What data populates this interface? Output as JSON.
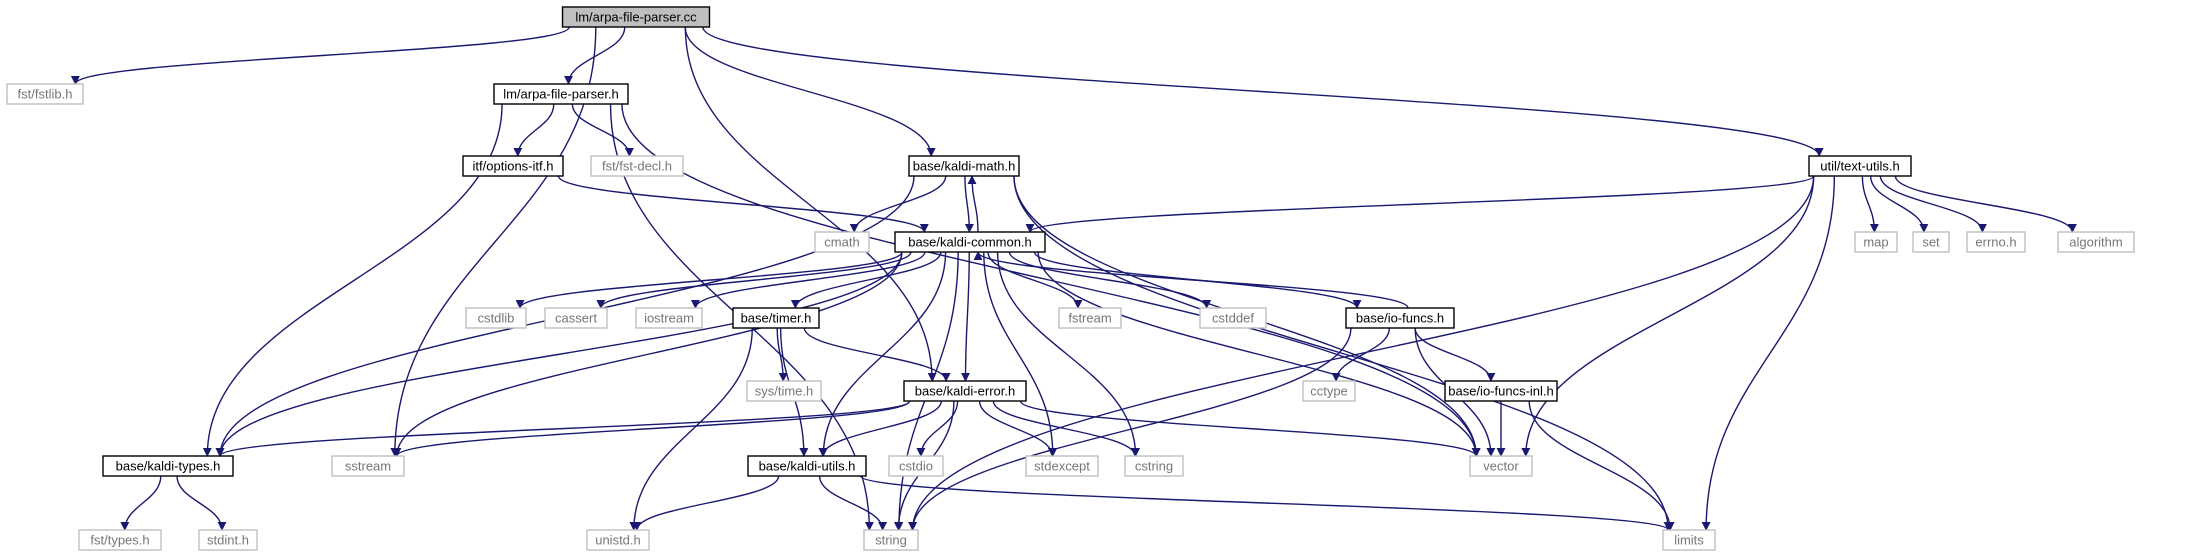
{
  "colors": {
    "edge": "#191970",
    "root_fill": "#bfbfbf",
    "project_border": "#000000",
    "system_border": "#bfbfbf",
    "system_text": "#777777"
  },
  "nodes": {
    "arpa_cc": {
      "label": "lm/arpa-file-parser.cc",
      "kind": "root"
    },
    "fstlib": {
      "label": "fst/fstlib.h",
      "kind": "system"
    },
    "arpa_h": {
      "label": "lm/arpa-file-parser.h",
      "kind": "project"
    },
    "options_itf": {
      "label": "itf/options-itf.h",
      "kind": "project"
    },
    "fst_decl": {
      "label": "fst/fst-decl.h",
      "kind": "system"
    },
    "kaldi_math": {
      "label": "base/kaldi-math.h",
      "kind": "project"
    },
    "text_utils": {
      "label": "util/text-utils.h",
      "kind": "project"
    },
    "cmath": {
      "label": "cmath",
      "kind": "system"
    },
    "kaldi_common": {
      "label": "base/kaldi-common.h",
      "kind": "project"
    },
    "map": {
      "label": "map",
      "kind": "system"
    },
    "set": {
      "label": "set",
      "kind": "system"
    },
    "errno": {
      "label": "errno.h",
      "kind": "system"
    },
    "algorithm": {
      "label": "algorithm",
      "kind": "system"
    },
    "cstdlib": {
      "label": "cstdlib",
      "kind": "system"
    },
    "cassert": {
      "label": "cassert",
      "kind": "system"
    },
    "iostream": {
      "label": "iostream",
      "kind": "system"
    },
    "timer": {
      "label": "base/timer.h",
      "kind": "project"
    },
    "fstream": {
      "label": "fstream",
      "kind": "system"
    },
    "cstddef": {
      "label": "cstddef",
      "kind": "system"
    },
    "io_funcs": {
      "label": "base/io-funcs.h",
      "kind": "project"
    },
    "sys_time": {
      "label": "sys/time.h",
      "kind": "system"
    },
    "cctype": {
      "label": "cctype",
      "kind": "system"
    },
    "kaldi_error": {
      "label": "base/kaldi-error.h",
      "kind": "project"
    },
    "io_funcs_inl": {
      "label": "base/io-funcs-inl.h",
      "kind": "project"
    },
    "kaldi_types": {
      "label": "base/kaldi-types.h",
      "kind": "project"
    },
    "sstream": {
      "label": "sstream",
      "kind": "system"
    },
    "kaldi_utils": {
      "label": "base/kaldi-utils.h",
      "kind": "project"
    },
    "cstdio": {
      "label": "cstdio",
      "kind": "system"
    },
    "stdexcept": {
      "label": "stdexcept",
      "kind": "system"
    },
    "cstring": {
      "label": "cstring",
      "kind": "system"
    },
    "vector": {
      "label": "vector",
      "kind": "system"
    },
    "fst_types": {
      "label": "fst/types.h",
      "kind": "system"
    },
    "stdint": {
      "label": "stdint.h",
      "kind": "system"
    },
    "unistd": {
      "label": "unistd.h",
      "kind": "system"
    },
    "string": {
      "label": "string",
      "kind": "system"
    },
    "limits": {
      "label": "limits",
      "kind": "system"
    }
  },
  "edges": [
    [
      "arpa_cc",
      "fstlib"
    ],
    [
      "arpa_cc",
      "arpa_h"
    ],
    [
      "arpa_cc",
      "kaldi_math"
    ],
    [
      "arpa_cc",
      "text_utils"
    ],
    [
      "arpa_cc",
      "kaldi_error"
    ],
    [
      "arpa_cc",
      "sstream"
    ],
    [
      "arpa_h",
      "options_itf"
    ],
    [
      "arpa_h",
      "fst_decl"
    ],
    [
      "arpa_h",
      "kaldi_types"
    ],
    [
      "arpa_h",
      "string"
    ],
    [
      "arpa_h",
      "vector"
    ],
    [
      "options_itf",
      "kaldi_common"
    ],
    [
      "kaldi_math",
      "kaldi_common"
    ],
    [
      "kaldi_math",
      "cmath"
    ],
    [
      "kaldi_math",
      "kaldi_types"
    ],
    [
      "kaldi_math",
      "vector"
    ],
    [
      "kaldi_math",
      "limits"
    ],
    [
      "kaldi_common",
      "kaldi_math"
    ],
    [
      "text_utils",
      "kaldi_common"
    ],
    [
      "text_utils",
      "map"
    ],
    [
      "text_utils",
      "set"
    ],
    [
      "text_utils",
      "errno"
    ],
    [
      "text_utils",
      "algorithm"
    ],
    [
      "text_utils",
      "vector"
    ],
    [
      "text_utils",
      "string"
    ],
    [
      "text_utils",
      "limits"
    ],
    [
      "kaldi_common",
      "cstdlib"
    ],
    [
      "kaldi_common",
      "cassert"
    ],
    [
      "kaldi_common",
      "iostream"
    ],
    [
      "kaldi_common",
      "timer"
    ],
    [
      "kaldi_common",
      "fstream"
    ],
    [
      "kaldi_common",
      "cstddef"
    ],
    [
      "kaldi_common",
      "io_funcs"
    ],
    [
      "kaldi_common",
      "kaldi_error"
    ],
    [
      "kaldi_common",
      "kaldi_utils"
    ],
    [
      "kaldi_common",
      "stdexcept"
    ],
    [
      "kaldi_common",
      "cstring"
    ],
    [
      "kaldi_common",
      "vector"
    ],
    [
      "kaldi_common",
      "sstream"
    ],
    [
      "kaldi_common",
      "string"
    ],
    [
      "kaldi_common",
      "kaldi_types"
    ],
    [
      "io_funcs",
      "kaldi_common"
    ],
    [
      "timer",
      "sys_time"
    ],
    [
      "timer",
      "kaldi_error"
    ],
    [
      "timer",
      "kaldi_utils"
    ],
    [
      "timer",
      "unistd"
    ],
    [
      "io_funcs",
      "cctype"
    ],
    [
      "io_funcs",
      "io_funcs_inl"
    ],
    [
      "io_funcs",
      "vector"
    ],
    [
      "io_funcs",
      "string"
    ],
    [
      "io_funcs_inl",
      "vector"
    ],
    [
      "io_funcs_inl",
      "limits"
    ],
    [
      "kaldi_error",
      "kaldi_types"
    ],
    [
      "kaldi_error",
      "sstream"
    ],
    [
      "kaldi_error",
      "kaldi_utils"
    ],
    [
      "kaldi_error",
      "cstdio"
    ],
    [
      "kaldi_error",
      "stdexcept"
    ],
    [
      "kaldi_error",
      "cstring"
    ],
    [
      "kaldi_error",
      "string"
    ],
    [
      "kaldi_error",
      "vector"
    ],
    [
      "kaldi_types",
      "fst_types"
    ],
    [
      "kaldi_types",
      "stdint"
    ],
    [
      "kaldi_utils",
      "unistd"
    ],
    [
      "kaldi_utils",
      "string"
    ],
    [
      "kaldi_utils",
      "limits"
    ]
  ]
}
